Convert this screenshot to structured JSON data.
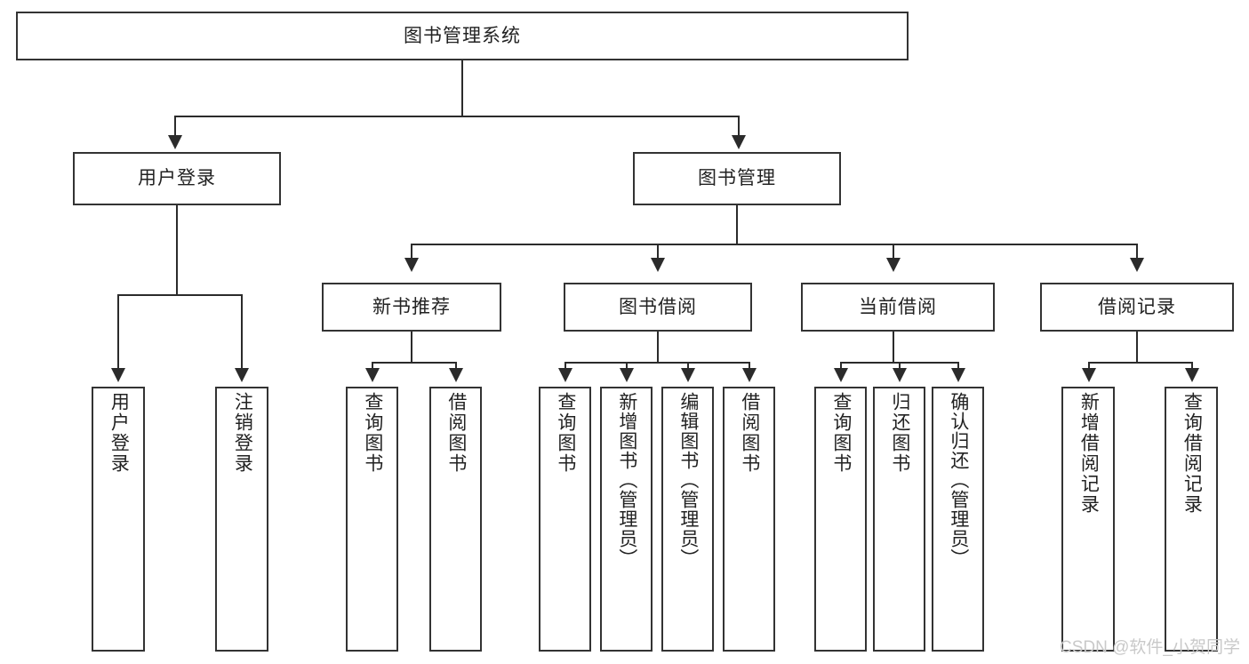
{
  "diagram": {
    "type": "tree-hierarchy",
    "title": "图书管理系统",
    "watermark": "CSDN @软件_小贺同学",
    "colors": {
      "box_border": "#333333",
      "box_fill": "#ffffff",
      "connector": "#2b2b2b",
      "text": "#222222",
      "watermark": "#c9c9c9",
      "background": "#ffffff"
    },
    "nodes": {
      "root": {
        "label": "图书管理系统",
        "level": 1,
        "orientation": "horizontal"
      },
      "user_login": {
        "label": "用户登录",
        "level": 2,
        "orientation": "horizontal"
      },
      "book_manage": {
        "label": "图书管理",
        "level": 2,
        "orientation": "horizontal"
      },
      "new_book_rec": {
        "label": "新书推荐",
        "level": 3,
        "orientation": "horizontal"
      },
      "book_borrow": {
        "label": "图书借阅",
        "level": 3,
        "orientation": "horizontal"
      },
      "current_borrow": {
        "label": "当前借阅",
        "level": 3,
        "orientation": "horizontal"
      },
      "borrow_record": {
        "label": "借阅记录",
        "level": 3,
        "orientation": "horizontal"
      },
      "leaf_user_login": {
        "label": "用户登录",
        "level": 3,
        "orientation": "vertical"
      },
      "leaf_user_logout": {
        "label": "注销登录",
        "level": 3,
        "orientation": "vertical"
      },
      "leaf_rec_query": {
        "label": "查询图书",
        "level": 4,
        "orientation": "vertical"
      },
      "leaf_rec_borrow": {
        "label": "借阅图书",
        "level": 4,
        "orientation": "vertical"
      },
      "leaf_borrow_query": {
        "label": "查询图书",
        "level": 4,
        "orientation": "vertical"
      },
      "leaf_borrow_add": {
        "label": "新增图书（管理员）",
        "level": 4,
        "orientation": "vertical"
      },
      "leaf_borrow_edit": {
        "label": "编辑图书（管理员）",
        "level": 4,
        "orientation": "vertical"
      },
      "leaf_borrow_lend": {
        "label": "借阅图书",
        "level": 4,
        "orientation": "vertical"
      },
      "leaf_cur_query": {
        "label": "查询图书",
        "level": 4,
        "orientation": "vertical"
      },
      "leaf_cur_return": {
        "label": "归还图书",
        "level": 4,
        "orientation": "vertical"
      },
      "leaf_cur_confirm": {
        "label": "确认归还（管理员）",
        "level": 4,
        "orientation": "vertical"
      },
      "leaf_rec_add": {
        "label": "新增借阅记录",
        "level": 4,
        "orientation": "vertical"
      },
      "leaf_rec_query_record": {
        "label": "查询借阅记录",
        "level": 4,
        "orientation": "vertical"
      }
    },
    "edges": [
      {
        "from": "root",
        "to": "user_login"
      },
      {
        "from": "root",
        "to": "book_manage"
      },
      {
        "from": "user_login",
        "to": "leaf_user_login"
      },
      {
        "from": "user_login",
        "to": "leaf_user_logout"
      },
      {
        "from": "book_manage",
        "to": "new_book_rec"
      },
      {
        "from": "book_manage",
        "to": "book_borrow"
      },
      {
        "from": "book_manage",
        "to": "current_borrow"
      },
      {
        "from": "book_manage",
        "to": "borrow_record"
      },
      {
        "from": "new_book_rec",
        "to": "leaf_rec_query"
      },
      {
        "from": "new_book_rec",
        "to": "leaf_rec_borrow"
      },
      {
        "from": "book_borrow",
        "to": "leaf_borrow_query"
      },
      {
        "from": "book_borrow",
        "to": "leaf_borrow_add"
      },
      {
        "from": "book_borrow",
        "to": "leaf_borrow_edit"
      },
      {
        "from": "book_borrow",
        "to": "leaf_borrow_lend"
      },
      {
        "from": "current_borrow",
        "to": "leaf_cur_query"
      },
      {
        "from": "current_borrow",
        "to": "leaf_cur_return"
      },
      {
        "from": "current_borrow",
        "to": "leaf_cur_confirm"
      },
      {
        "from": "borrow_record",
        "to": "leaf_rec_add"
      },
      {
        "from": "borrow_record",
        "to": "leaf_rec_query_record"
      }
    ]
  }
}
